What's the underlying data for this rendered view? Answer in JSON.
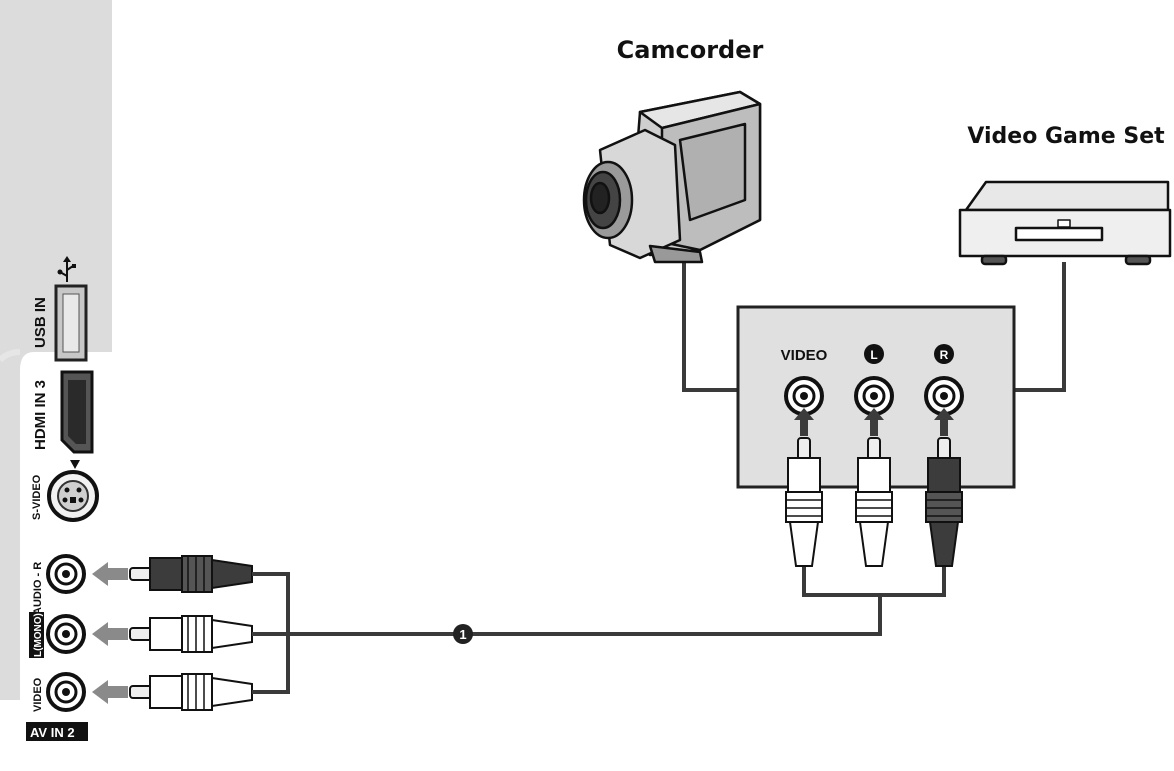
{
  "devices": {
    "camcorder": "Camcorder",
    "video_game_set": "Video Game Set"
  },
  "jack_panel": {
    "video": "VIDEO",
    "left": "L",
    "right": "R"
  },
  "tv_panel": {
    "usb_in": "USB IN",
    "hdmi_in_3": "HDMI IN 3",
    "s_video": "S-VIDEO",
    "audio_r": "AUDIO - R",
    "l_mono": "L(MONO)",
    "video": "VIDEO",
    "av_in_2": "AV IN 2"
  },
  "callout": "1",
  "colors": {
    "panel_gray": "#dcdcdc",
    "cable": "#3a3a3a",
    "plug_red": "#3c3c3c",
    "plug_white": "#ffffff",
    "arrow": "#8a8a8a"
  }
}
